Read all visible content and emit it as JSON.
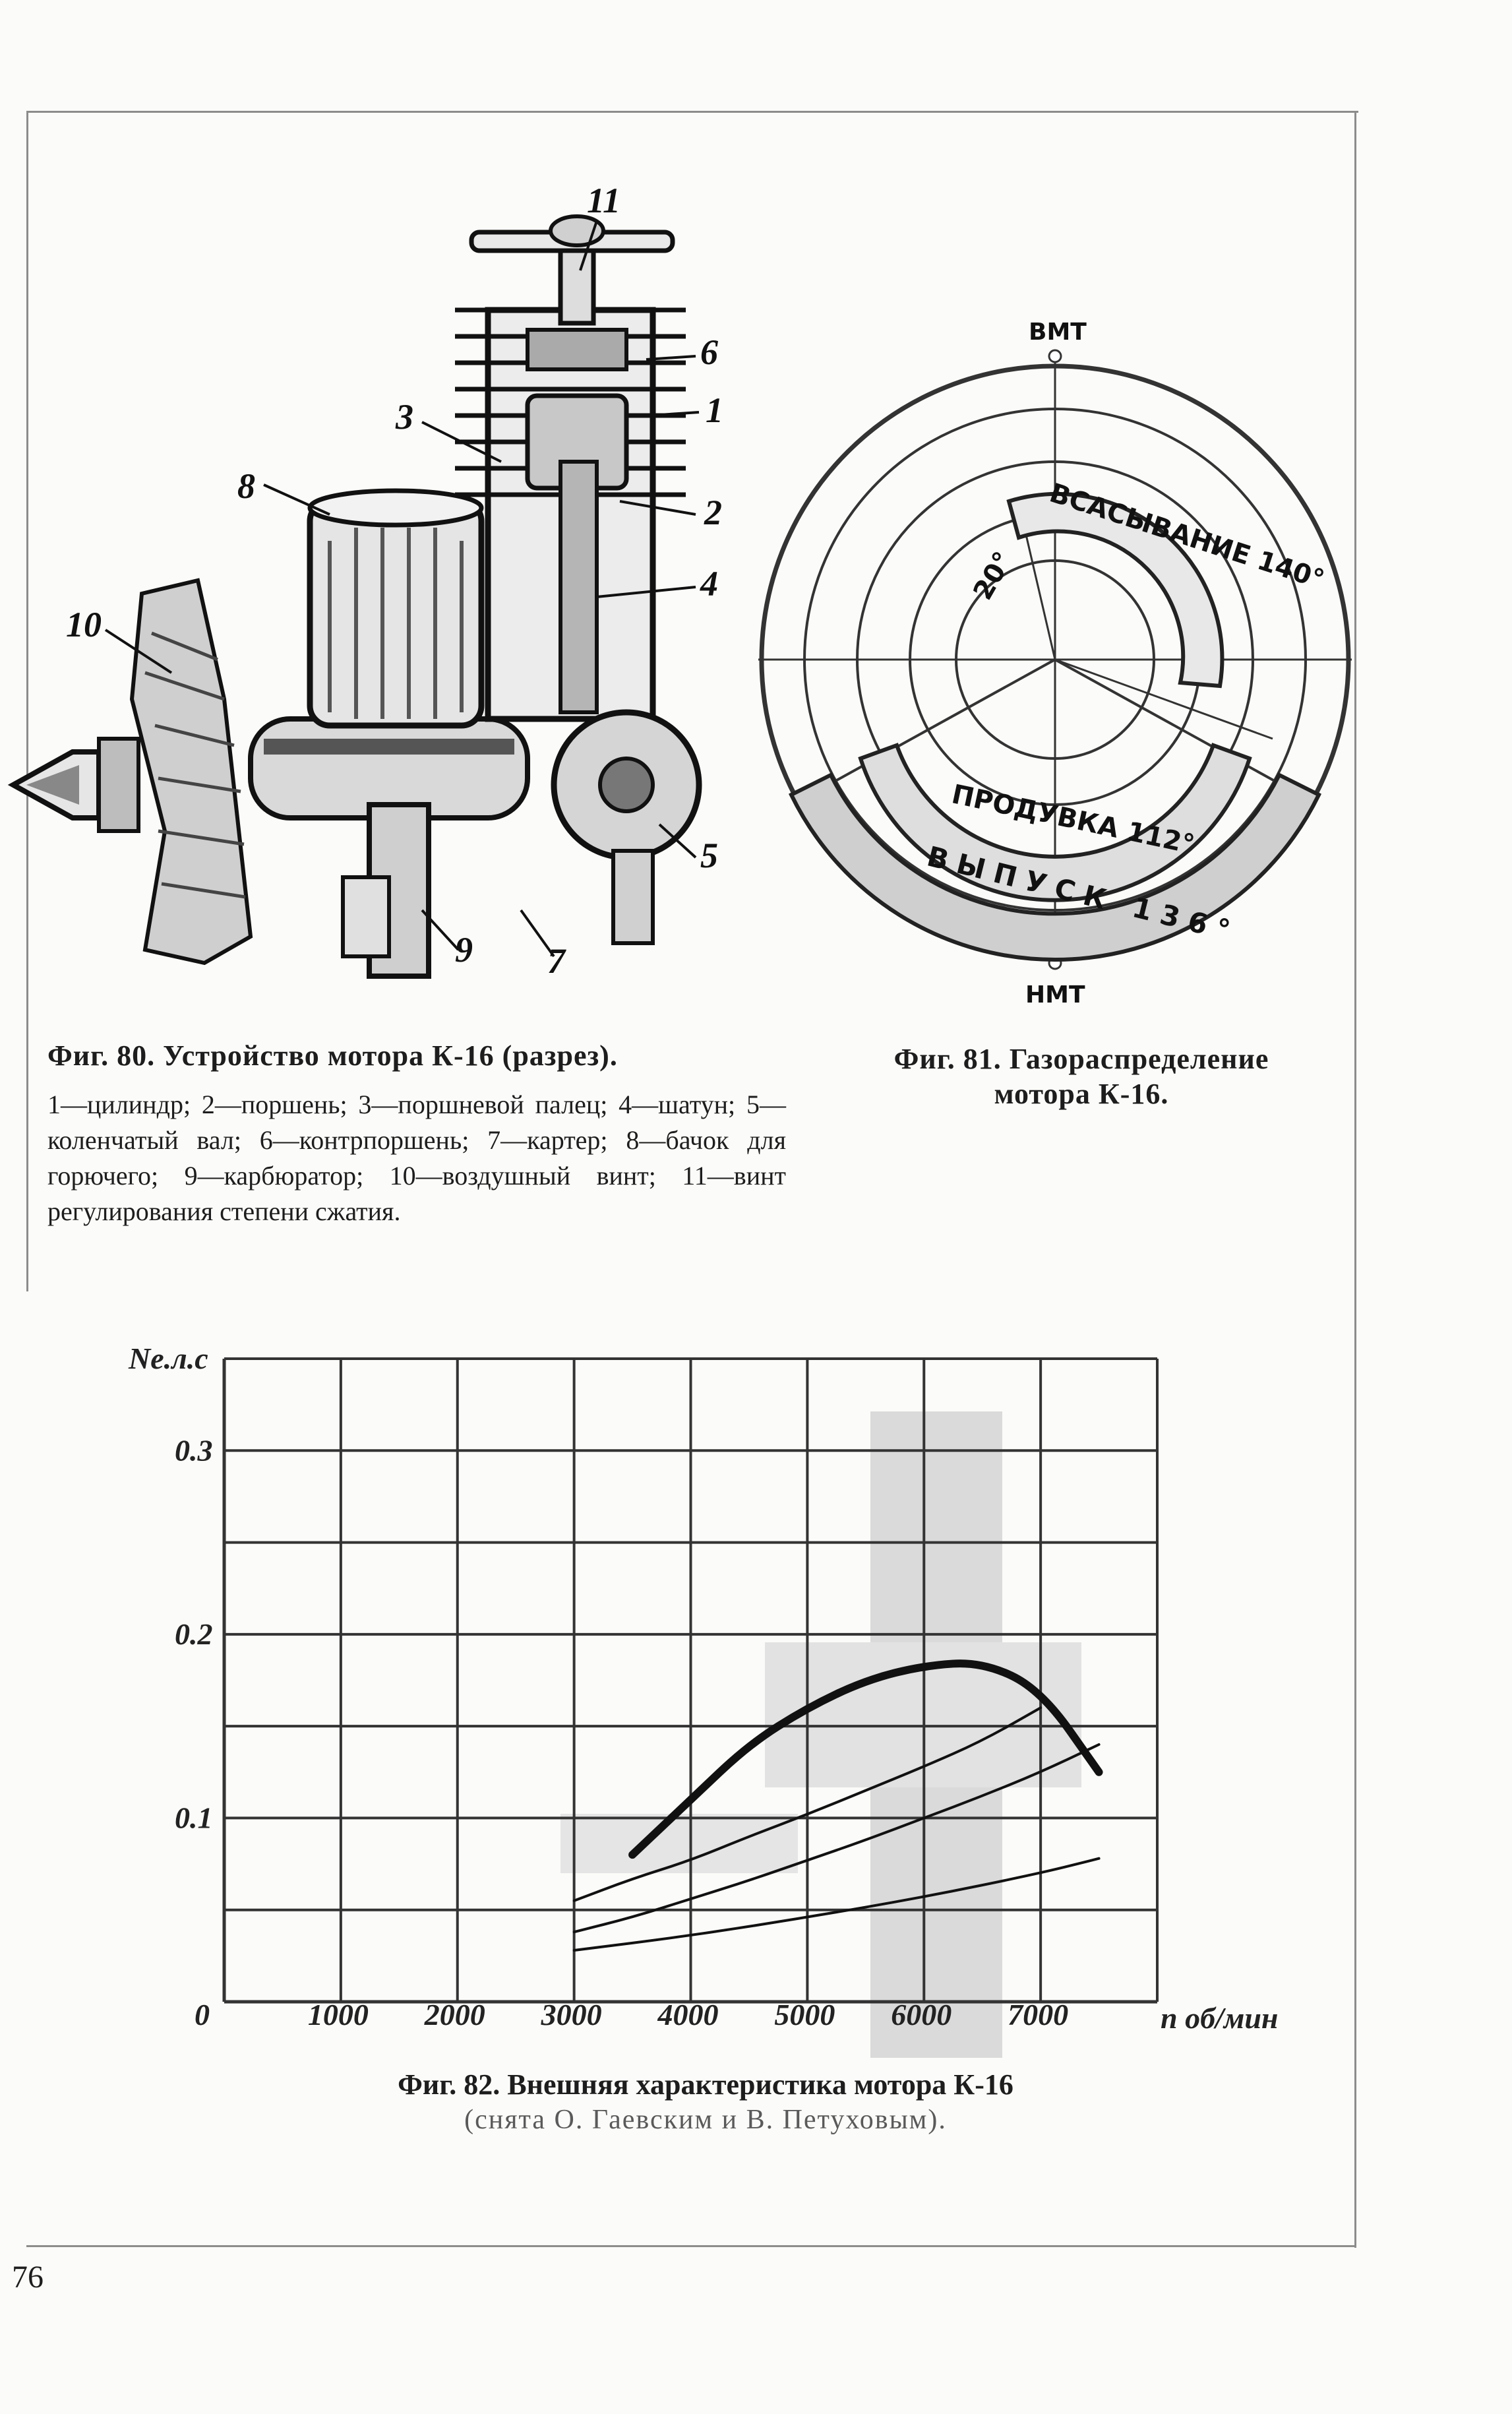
{
  "fig80": {
    "caption": "Фиг. 80. Устройство мотора К-16 (разрез).",
    "legend": "1—цилиндр; 2—поршень; 3—поршневой палец; 4—шатун; 5—коленчатый вал; 6—контрпоршень; 7—картер; 8—бачок для горючего; 9—карбюратор; 10—воздушный винт; 11—винт регулирования степени сжатия.",
    "callouts": [
      "11",
      "6",
      "1",
      "3",
      "2",
      "8",
      "4",
      "10",
      "5",
      "9",
      "7"
    ]
  },
  "fig81": {
    "caption_line1": "Фиг. 81. Газораспределение",
    "caption_line2": "мотора К-16.",
    "top_label": "ВМТ",
    "bottom_label": "НМТ",
    "angle_label": "20°",
    "arc_intake": "ВСАСЫВАНИЕ 140°",
    "arc_scavenge": "ПРОДУВКА 112°",
    "arc_exhaust": "ВЫПУСК 136°"
  },
  "fig82": {
    "caption": "Фиг. 82. Внешняя характеристика мотора К-16",
    "subcaption": "(снята О. Гаевским и В. Петуховым)."
  },
  "page_number": "76",
  "chart_data": {
    "type": "line",
    "ylabel": "Nе.л.с",
    "xlabel": "n об/мин",
    "origin_label": "0",
    "x_ticks": [
      "1000",
      "2000",
      "3000",
      "4000",
      "5000",
      "6000",
      "7000"
    ],
    "y_ticks": [
      "0.1",
      "0.2",
      "0.3"
    ],
    "xlim": [
      0,
      8000
    ],
    "ylim": [
      0,
      0.35
    ],
    "grid": true,
    "series": [
      {
        "x": [
          3500,
          4000,
          4500,
          5000,
          5500,
          6000,
          6500,
          7000,
          7500
        ],
        "y": [
          0.08,
          0.11,
          0.14,
          0.16,
          0.175,
          0.183,
          0.185,
          0.17,
          0.125
        ]
      },
      {
        "x": [
          3000,
          3500,
          4000,
          4500,
          5000,
          5500,
          6000,
          6500,
          7000
        ],
        "y": [
          0.055,
          0.067,
          0.077,
          0.09,
          0.102,
          0.115,
          0.128,
          0.142,
          0.16
        ]
      },
      {
        "x": [
          3000,
          3500,
          4000,
          4500,
          5000,
          5500,
          6000,
          6500,
          7000,
          7500
        ],
        "y": [
          0.038,
          0.046,
          0.056,
          0.066,
          0.077,
          0.088,
          0.1,
          0.112,
          0.125,
          0.14
        ]
      },
      {
        "x": [
          3000,
          4000,
          5000,
          6000,
          7000,
          7500
        ],
        "y": [
          0.028,
          0.036,
          0.046,
          0.057,
          0.07,
          0.078
        ]
      }
    ]
  }
}
